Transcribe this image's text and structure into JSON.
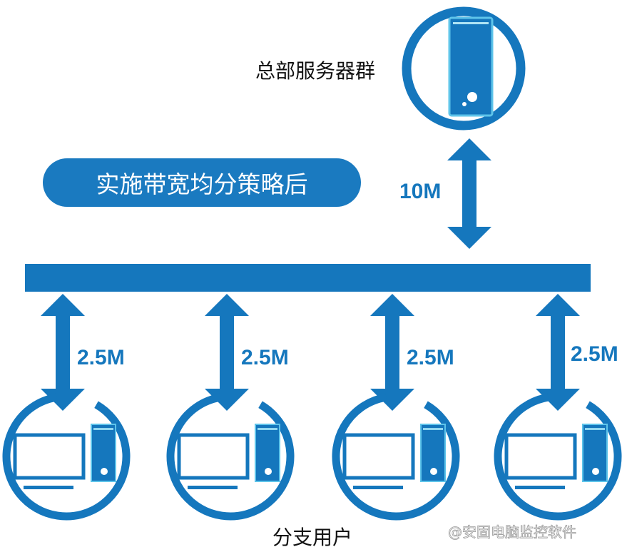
{
  "server_label": "总部服务器群",
  "policy_label": "实施带宽均分策略后",
  "uplink_bandwidth": "10M",
  "client_bandwidths": [
    "2.5M",
    "2.5M",
    "2.5M",
    "2.5M"
  ],
  "client_label": "分支用户",
  "watermark": "@安固电脑监控软件",
  "colors": {
    "primary": "#1577bd",
    "light": "#5ec4ea"
  }
}
